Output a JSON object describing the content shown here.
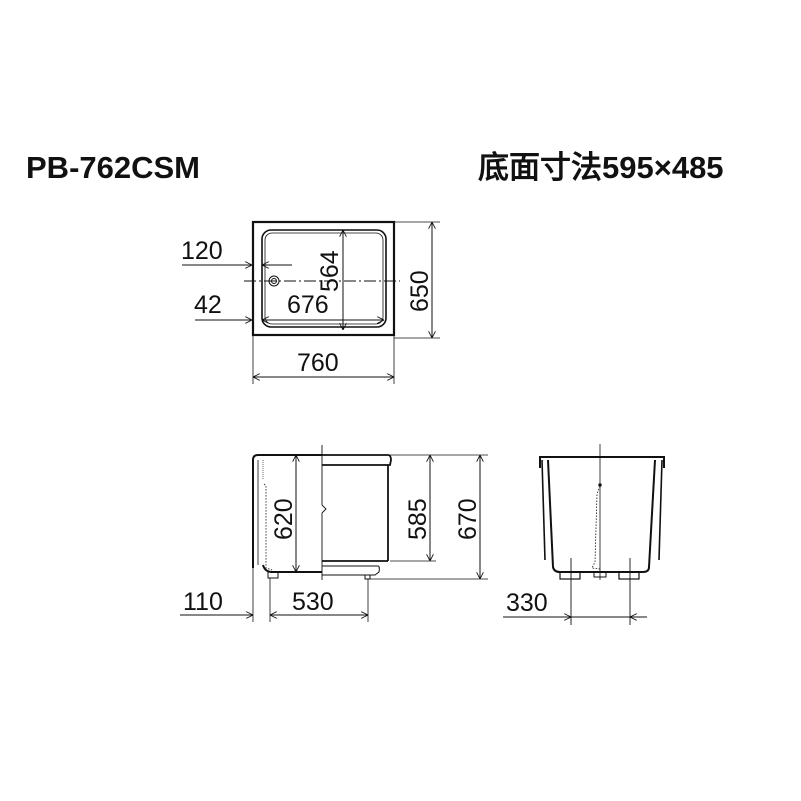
{
  "header": {
    "model_number": "PB-762CSM",
    "base_dimension_label": "底面寸法595×485"
  },
  "top_view": {
    "dim_width": "760",
    "dim_depth": "650",
    "dim_inner_width": "676",
    "dim_inner_depth": "564",
    "dim_drain_offset": "120",
    "dim_edge_offset": "42"
  },
  "side_view": {
    "dim_inner_height": "620",
    "dim_body_height": "585",
    "dim_total_height": "670",
    "dim_foot_offset": "110",
    "dim_foot_span": "530"
  },
  "front_view": {
    "dim_foot_span": "330"
  },
  "colors": {
    "line": "#111111",
    "background": "#ffffff"
  }
}
